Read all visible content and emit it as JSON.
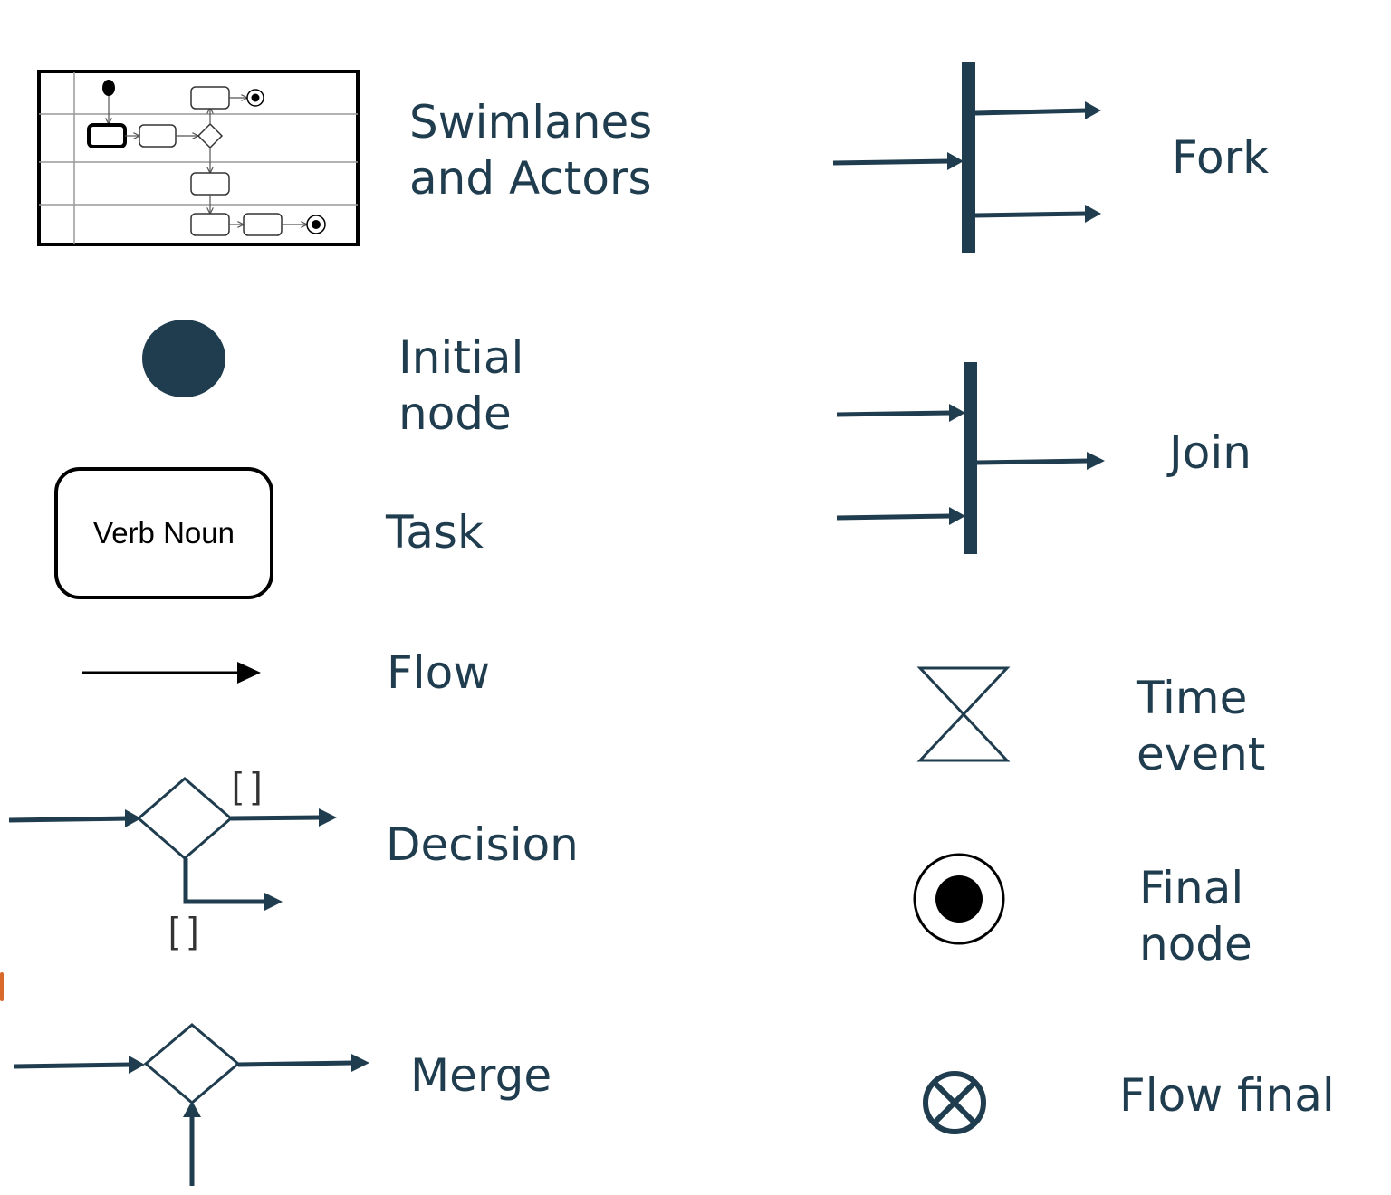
{
  "colors": {
    "symbol": "#1f3d4e",
    "label": "#1f3d4e",
    "black": "#000000",
    "accent": "#d9682b"
  },
  "legend": {
    "swimlanes": {
      "line1": "Swimlanes",
      "line2": "and Actors",
      "icon": "swimlane-diagram-icon"
    },
    "initial_node": {
      "line1": "Initial",
      "line2": "node",
      "icon": "filled-circle-icon"
    },
    "task": {
      "label": "Task",
      "box_text": "Verb Noun",
      "icon": "rounded-rect-icon"
    },
    "flow": {
      "label": "Flow",
      "icon": "arrow-icon"
    },
    "decision": {
      "label": "Decision",
      "guard_top": "[   ]",
      "guard_bottom": "[   ]",
      "icon": "diamond-icon"
    },
    "merge": {
      "label": "Merge",
      "icon": "diamond-icon"
    },
    "fork": {
      "label": "Fork",
      "icon": "fork-bar-icon"
    },
    "join": {
      "label": "Join",
      "icon": "join-bar-icon"
    },
    "time_event": {
      "line1": "Time",
      "line2": "event",
      "icon": "hourglass-icon"
    },
    "final_node": {
      "line1": "Final",
      "line2": "node",
      "icon": "bullseye-icon"
    },
    "flow_final": {
      "label": "Flow final",
      "icon": "circle-x-icon"
    }
  }
}
